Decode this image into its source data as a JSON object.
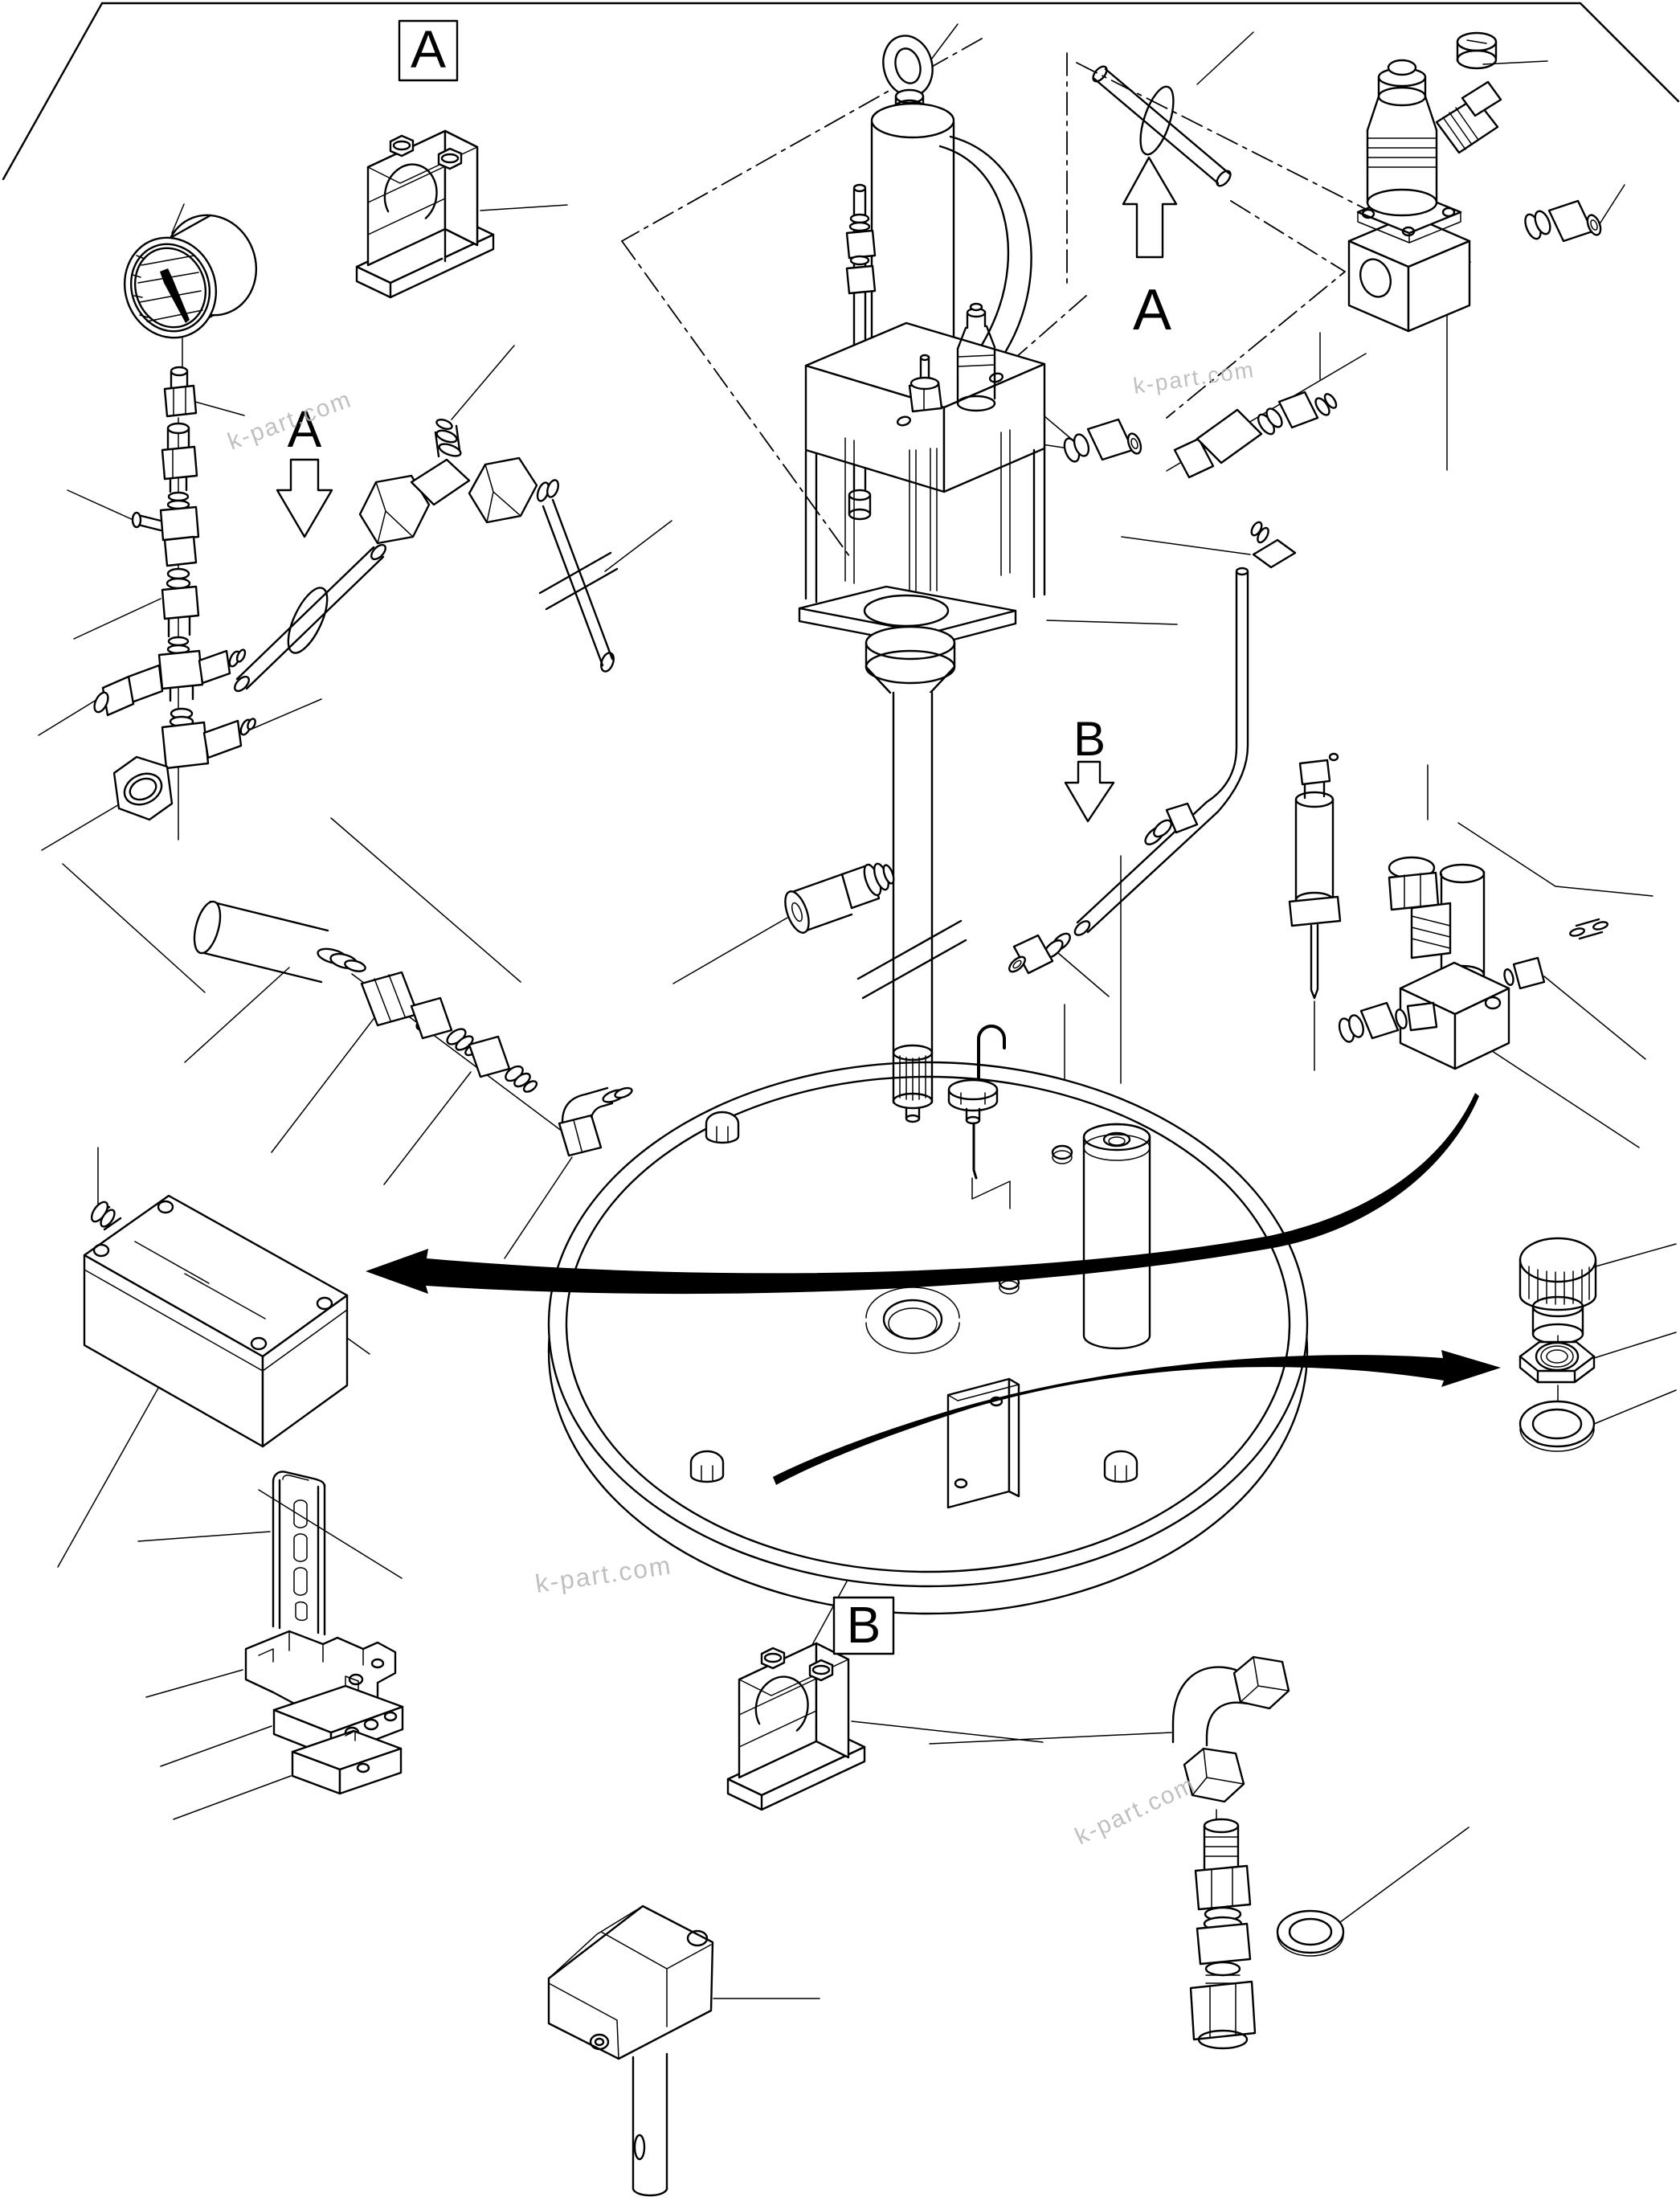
{
  "page": {
    "background": "#ffffff",
    "ink": "#000000",
    "watermark_color": "#b5b5b5"
  },
  "labels": {
    "detail_box_a": "A",
    "detail_box_b": "B",
    "callout_a_left": "A",
    "callout_a_right": "A",
    "callout_b": "B"
  },
  "watermarks": [
    {
      "text": "k-part.com"
    },
    {
      "text": "k-part.com"
    },
    {
      "text": "k-part.com"
    },
    {
      "text": "k-part.com"
    }
  ]
}
